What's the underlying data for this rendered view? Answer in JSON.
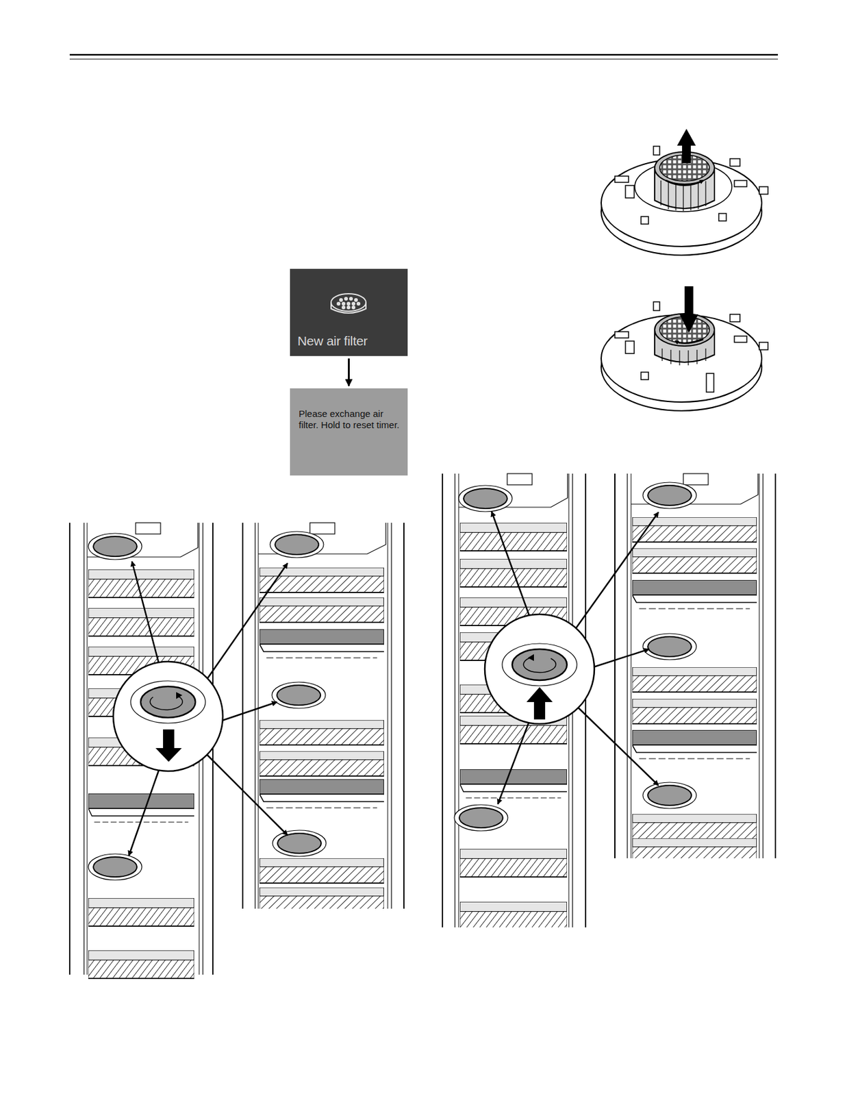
{
  "diagram": {
    "nodes": [
      {
        "text": [
          "New air filter"
        ]
      },
      {
        "text": [
          "Please exchange air filter. Hold to reset timer."
        ]
      }
    ],
    "edges": [
      {
        "from": 0,
        "to": 1,
        "arrow": "to"
      }
    ]
  }
}
